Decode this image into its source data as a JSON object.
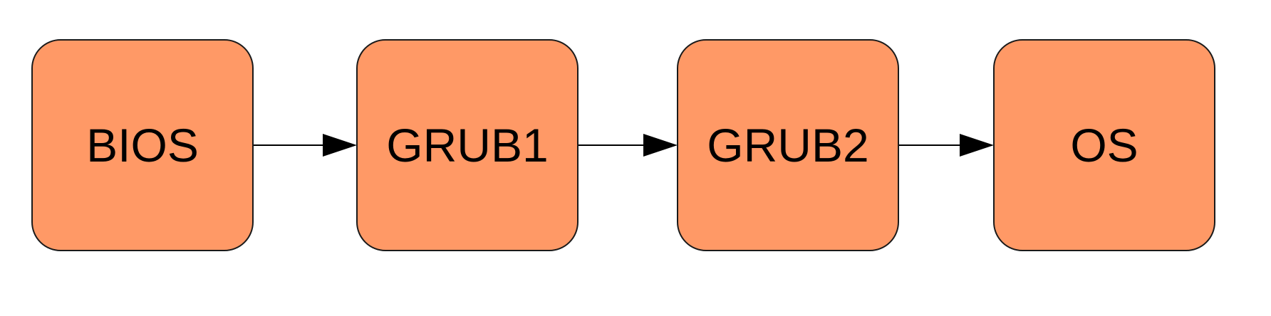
{
  "diagram": {
    "nodes": [
      {
        "id": "bios",
        "label": "BIOS"
      },
      {
        "id": "grub1",
        "label": "GRUB1"
      },
      {
        "id": "grub2",
        "label": "GRUB2"
      },
      {
        "id": "os",
        "label": "OS"
      }
    ],
    "edges": [
      {
        "from": "bios",
        "to": "grub1"
      },
      {
        "from": "grub1",
        "to": "grub2"
      },
      {
        "from": "grub2",
        "to": "os"
      }
    ],
    "colors": {
      "node_fill": "#ff9966",
      "node_stroke": "#1a1a1a",
      "arrow": "#000000"
    }
  }
}
